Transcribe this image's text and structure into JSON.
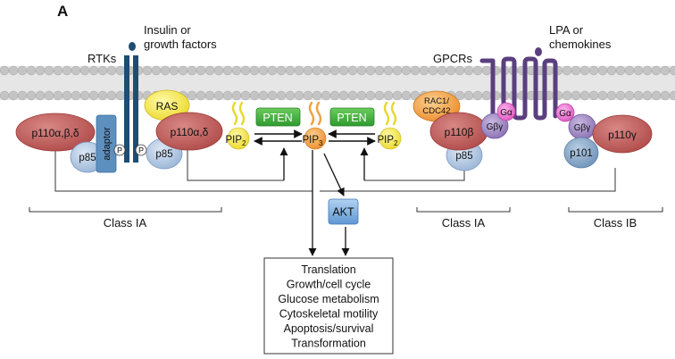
{
  "panel_label": "A",
  "signals": {
    "insulin": [
      "Insulin or",
      "growth factors"
    ],
    "lpa": [
      "LPA or",
      "chemokines"
    ]
  },
  "receptors": {
    "rtks": "RTKs",
    "gpcrs": "GPCRs"
  },
  "proteins": {
    "p110abd": "p110α,β,δ",
    "p85_left": "p85",
    "adaptor": "adaptor",
    "phospho": "P",
    "ras": "RAS",
    "p110ad": "p110α,δ",
    "p85_mid": "p85",
    "pten": "PTEN",
    "rac1": [
      "RAC1/",
      "CDC42"
    ],
    "p110b": "p110β",
    "p85_right": "p85",
    "galpha": "Gα",
    "gbg": "Gβγ",
    "p101": "p101",
    "p110g": "p110γ",
    "akt": "AKT"
  },
  "lipids": {
    "pip2_base": "PIP",
    "pip2_sub": "2",
    "pip3_base": "PIP",
    "pip3_sub": "3"
  },
  "classes": {
    "class_ia_left": "Class IA",
    "class_ia_right": "Class IA",
    "class_ib": "Class IB"
  },
  "outcomes": [
    "Translation",
    "Growth/cell cycle",
    "Glucose metabolism",
    "Cytoskeletal motility",
    "Apoptosis/survival",
    "Transformation"
  ],
  "colors": {
    "membrane": "#c8c8c8",
    "p110": "#c4615f",
    "p85": "#b8cde6",
    "adaptor": "#5d8fbf",
    "receptor": "#1e4d72",
    "ras": "#f7ec4a",
    "pten": "#3fae3f",
    "pip2": "#f7ec4a",
    "pip3": "#f2a04a",
    "rac": "#f0b46e",
    "galpha": "#ee7ad6",
    "gbg": "#a48cc8",
    "gpcr": "#5a3f7e",
    "akt": "#7fb2e5",
    "p101": "#8aa8c8"
  }
}
